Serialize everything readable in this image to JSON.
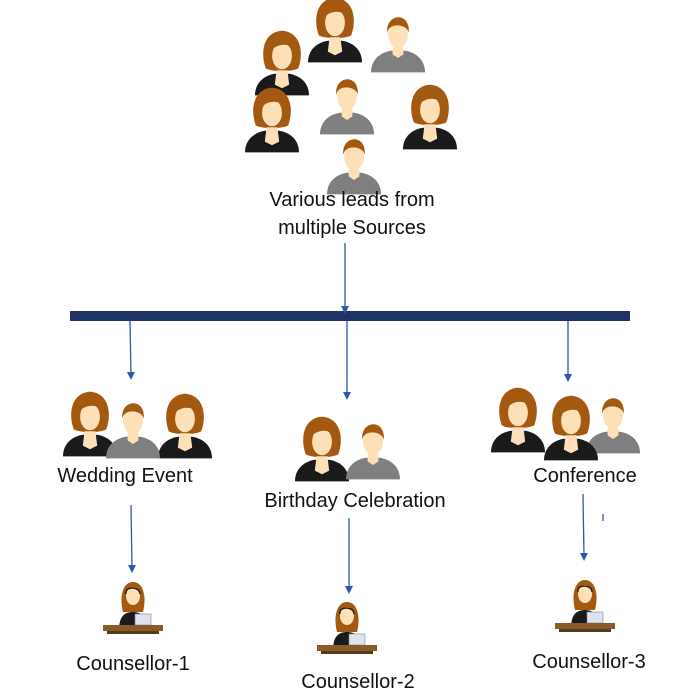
{
  "source": {
    "label_line1": "Various leads from",
    "label_line2": "multiple Sources",
    "icon": "people-group-icon"
  },
  "colors": {
    "bar": "#1f3366",
    "arrow": "#2f56b0",
    "hair": "#a35a10",
    "skin": "#fde0b8",
    "male_shirt": "#7f7f7f",
    "female_top": "#1a1a1a",
    "desk": "#8b5a2b"
  },
  "categories": [
    {
      "label": "Wedding Event",
      "icon": "people-group-icon"
    },
    {
      "label": "Birthday Celebration",
      "icon": "people-group-icon"
    },
    {
      "label": "Conference",
      "icon": "people-group-icon"
    }
  ],
  "counsellors": [
    {
      "label": "Counsellor-1",
      "icon": "counsellor-desk-icon"
    },
    {
      "label": "Counsellor-2",
      "icon": "counsellor-desk-icon"
    },
    {
      "label": "Counsellor-3",
      "icon": "counsellor-desk-icon"
    }
  ]
}
